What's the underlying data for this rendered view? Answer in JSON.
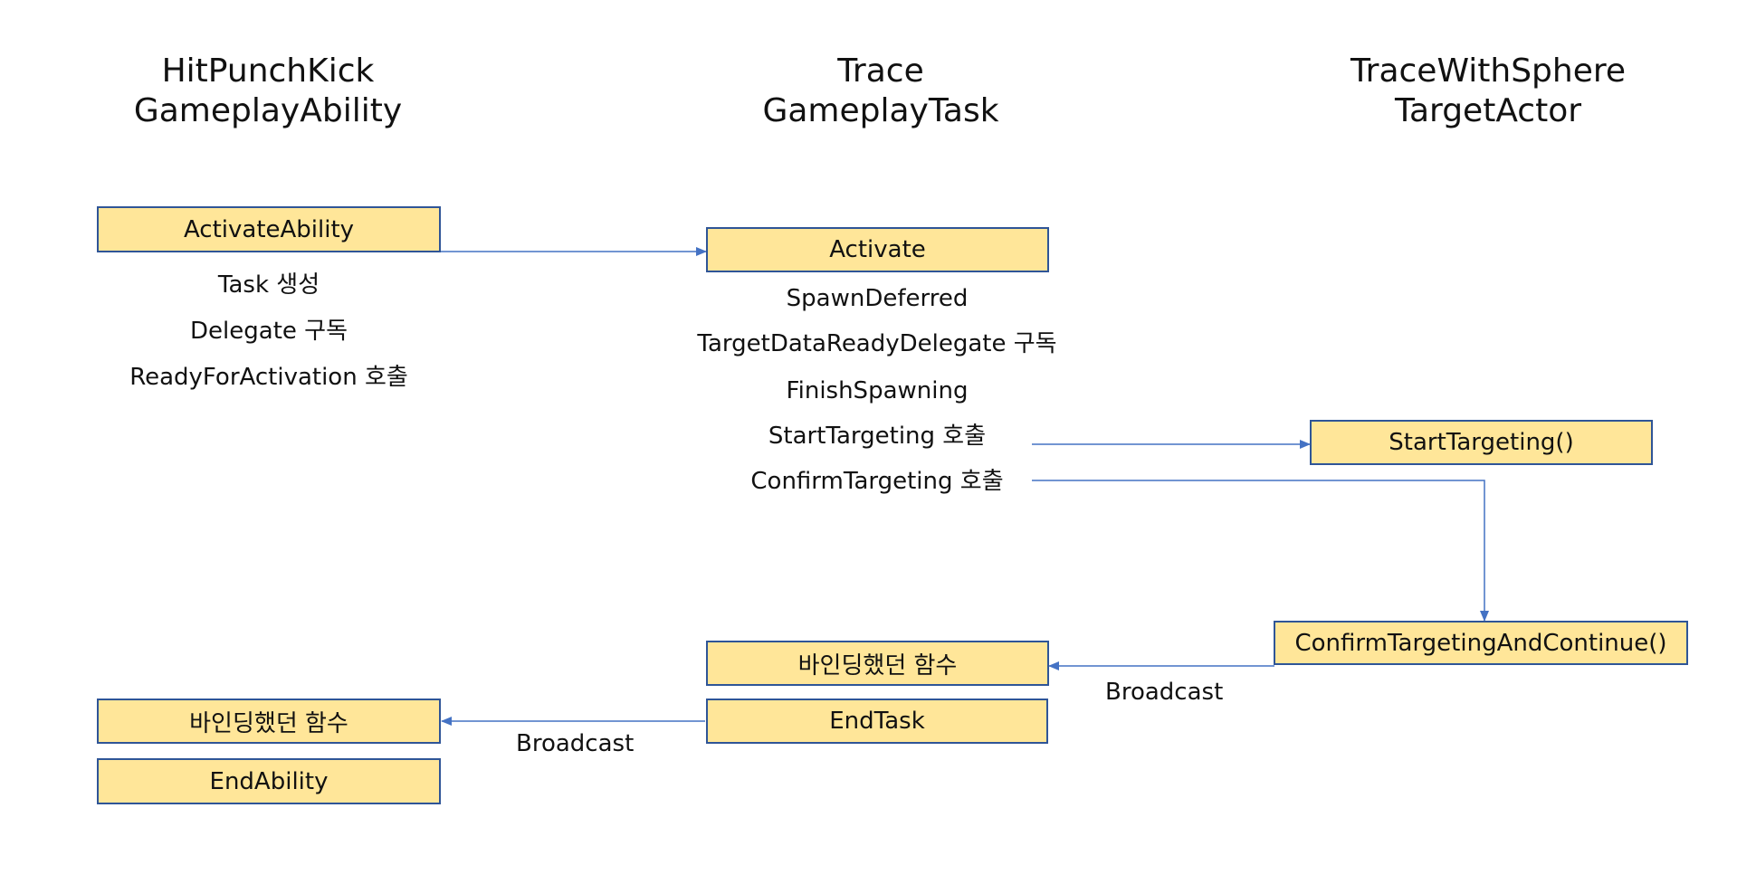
{
  "columns": [
    {
      "line1": "HitPunchKick",
      "line2": "GameplayAbility"
    },
    {
      "line1": "Trace",
      "line2": "GameplayTask"
    },
    {
      "line1": "TraceWithSphere",
      "line2": "TargetActor"
    }
  ],
  "boxes": {
    "activate_ability": "ActivateAbility",
    "activate": "Activate",
    "start_targeting": "StartTargeting()",
    "confirm_targeting_and_continue": "ConfirmTargetingAndContinue()",
    "task_bound_function": "바인딩했던 함수",
    "end_task": "EndTask",
    "ability_bound_function": "바인딩했던 함수",
    "end_ability": "EndAbility"
  },
  "ability_steps": [
    "Task 생성",
    "Delegate 구독",
    "ReadyForActivation 호출"
  ],
  "task_steps": [
    "SpawnDeferred",
    "TargetDataReadyDelegate 구독",
    "FinishSpawning",
    "StartTargeting 호출",
    "ConfirmTargeting 호출"
  ],
  "edge_labels": {
    "broadcast_to_task": "Broadcast",
    "broadcast_to_ability": "Broadcast"
  },
  "colors": {
    "box_fill": "#ffe699",
    "box_border": "#2f5597",
    "arrow": "#4472c4"
  }
}
